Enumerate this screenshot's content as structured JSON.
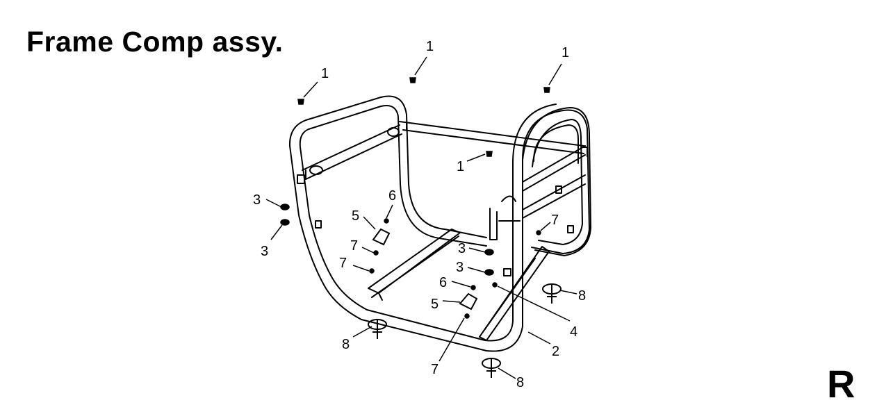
{
  "title": "Frame Comp assy.",
  "corner_mark": "R",
  "callouts": [
    {
      "text": "1"
    },
    {
      "text": "1"
    },
    {
      "text": "1"
    },
    {
      "text": "1"
    },
    {
      "text": "3"
    },
    {
      "text": "3"
    },
    {
      "text": "3"
    },
    {
      "text": "3"
    },
    {
      "text": "5"
    },
    {
      "text": "5"
    },
    {
      "text": "6"
    },
    {
      "text": "6"
    },
    {
      "text": "7"
    },
    {
      "text": "7"
    },
    {
      "text": "7"
    },
    {
      "text": "7"
    },
    {
      "text": "4"
    },
    {
      "text": "2"
    },
    {
      "text": "8"
    },
    {
      "text": "8"
    },
    {
      "text": "8"
    }
  ]
}
